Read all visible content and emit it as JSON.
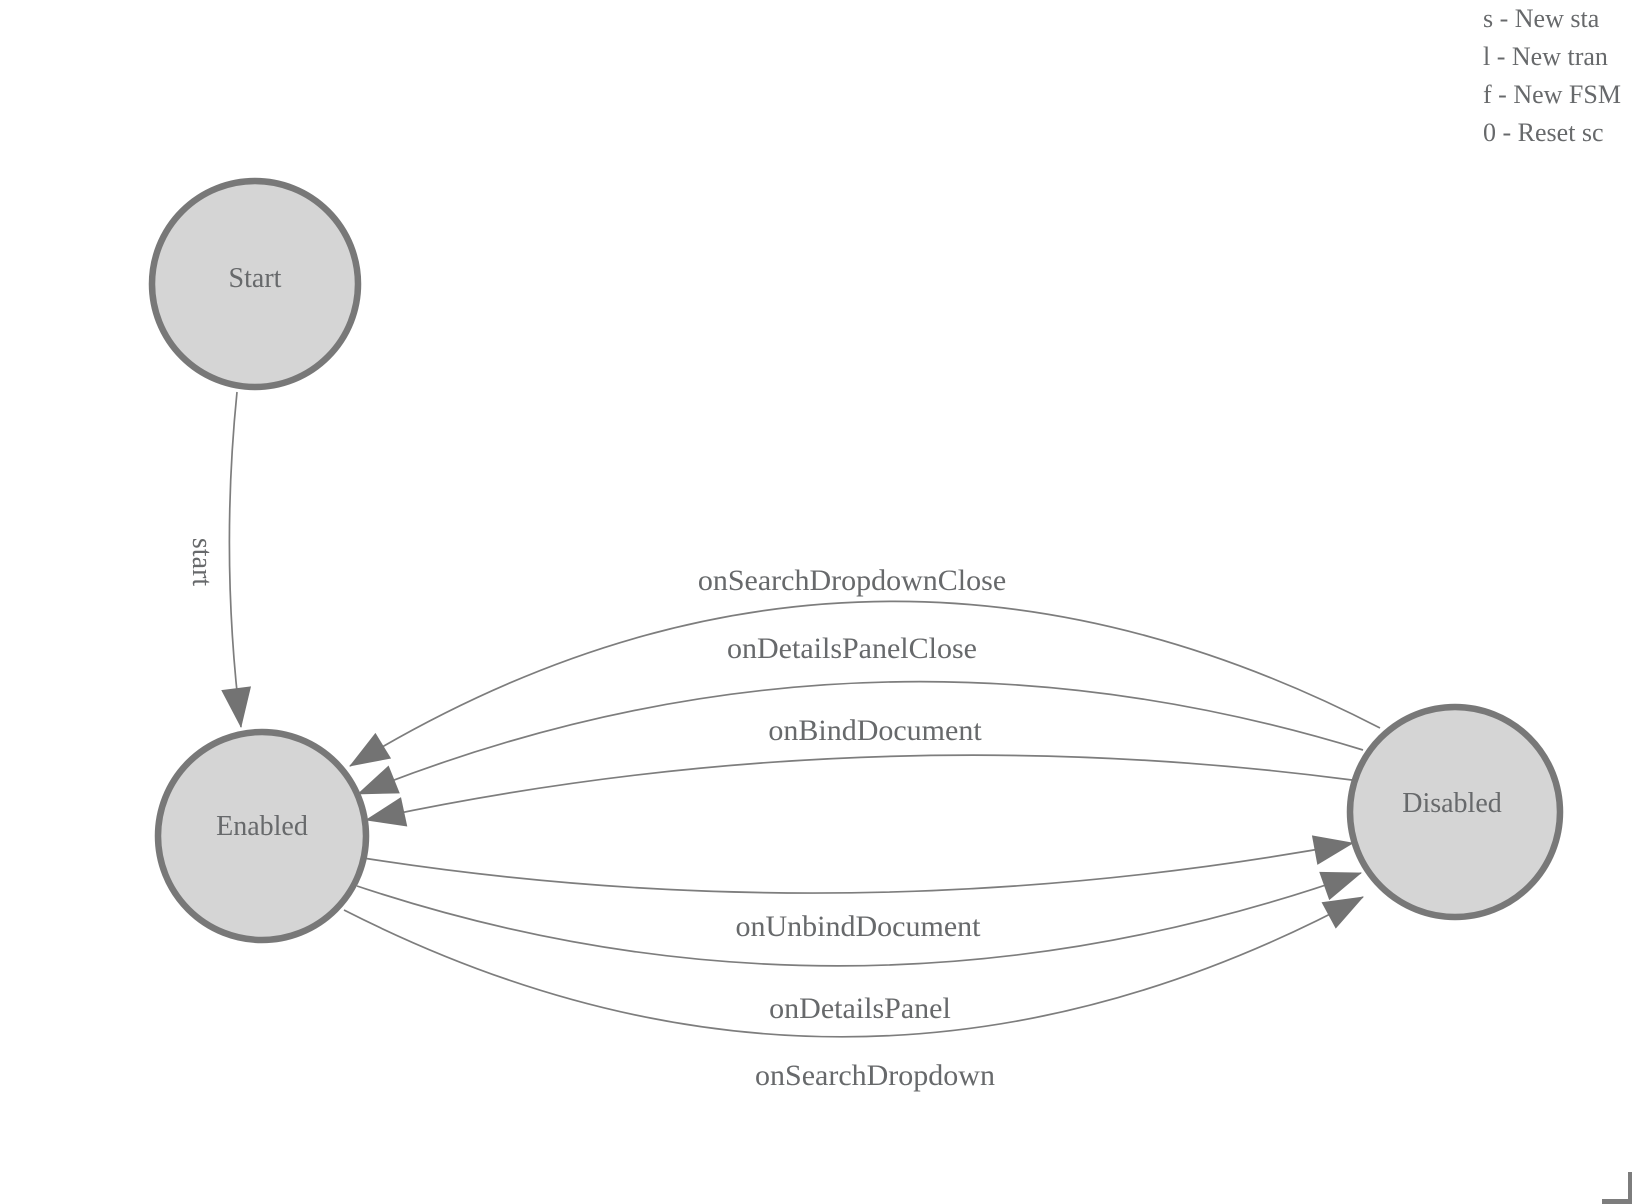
{
  "legend": {
    "lines": [
      "s - New sta",
      "l - New tran",
      "f - New FSM",
      "0 - Reset sc"
    ]
  },
  "states": [
    {
      "id": "start",
      "label": "Start"
    },
    {
      "id": "enabled",
      "label": "Enabled"
    },
    {
      "id": "disabled",
      "label": "Disabled"
    }
  ],
  "transitions": [
    {
      "label": "start",
      "from": "Start",
      "to": "Enabled"
    },
    {
      "label": "onSearchDropdownClose",
      "from": "Disabled",
      "to": "Enabled"
    },
    {
      "label": "onDetailsPanelClose",
      "from": "Disabled",
      "to": "Enabled"
    },
    {
      "label": "onBindDocument",
      "from": "Disabled",
      "to": "Enabled"
    },
    {
      "label": "onUnbindDocument",
      "from": "Enabled",
      "to": "Disabled"
    },
    {
      "label": "onDetailsPanel",
      "from": "Enabled",
      "to": "Disabled"
    },
    {
      "label": "onSearchDropdown",
      "from": "Enabled",
      "to": "Disabled"
    }
  ],
  "colors": {
    "node_fill": "#d5d5d5",
    "node_stroke": "#787878",
    "edge": "#7d7d7d",
    "arrow": "#737373",
    "text": "#67696b"
  }
}
